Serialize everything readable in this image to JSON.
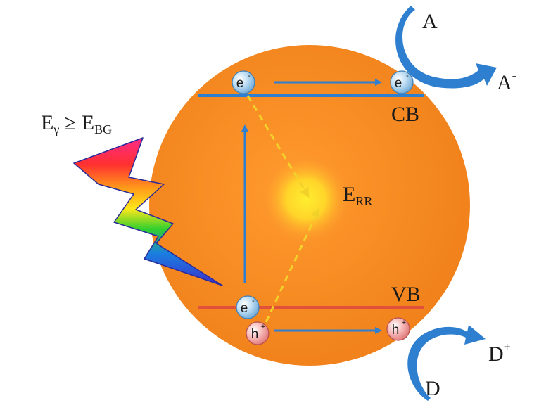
{
  "labels": {
    "excitation_condition": {
      "e": "E",
      "gamma": "γ",
      "ge": "≥",
      "e2": "E",
      "bg": "BG"
    },
    "recombination_energy": {
      "e": "E",
      "rr": "RR"
    },
    "conduction_band": "CB",
    "valence_band": "VB",
    "acceptor": "A",
    "acceptor_reduced": {
      "base": "A",
      "charge": "-"
    },
    "donor": "D",
    "donor_oxidized": {
      "base": "D",
      "charge": "+"
    }
  },
  "particles": {
    "electron": {
      "base": "e",
      "charge": "-"
    },
    "hole": {
      "base": "h",
      "charge": "+"
    }
  },
  "colors": {
    "particle_sphere": "#ff8c1f",
    "band_conduction": "#2f7fd0",
    "band_valence": "#e0503a",
    "arrow_blue": "#2f7fd0",
    "recombination_path": "#f2d22a",
    "electron_fill": "#a9d2f0",
    "hole_fill": "#f4a6a6"
  }
}
